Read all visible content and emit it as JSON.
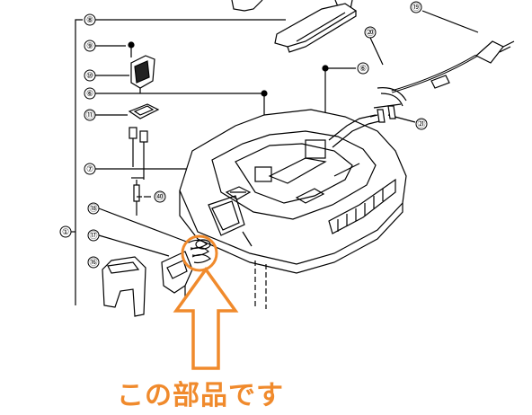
{
  "callouts": [
    {
      "id": "c1",
      "label": "①"
    },
    {
      "id": "c6a",
      "label": "⑥"
    },
    {
      "id": "c6b",
      "label": "⑥"
    },
    {
      "id": "c7",
      "label": "⑦"
    },
    {
      "id": "c8",
      "label": "⑧"
    },
    {
      "id": "c9",
      "label": "⑨"
    },
    {
      "id": "c10",
      "label": "⑩"
    },
    {
      "id": "c11",
      "label": "⑪"
    },
    {
      "id": "c16",
      "label": "⑯"
    },
    {
      "id": "c17",
      "label": "⑰"
    },
    {
      "id": "c18",
      "label": "⑱"
    },
    {
      "id": "c19",
      "label": "⑲"
    },
    {
      "id": "c20",
      "label": "⑳"
    },
    {
      "id": "c21",
      "label": "㉑"
    },
    {
      "id": "c40",
      "label": "㊵"
    }
  ],
  "annotation": {
    "caption": "この部品です",
    "color": "#f08a2c"
  }
}
